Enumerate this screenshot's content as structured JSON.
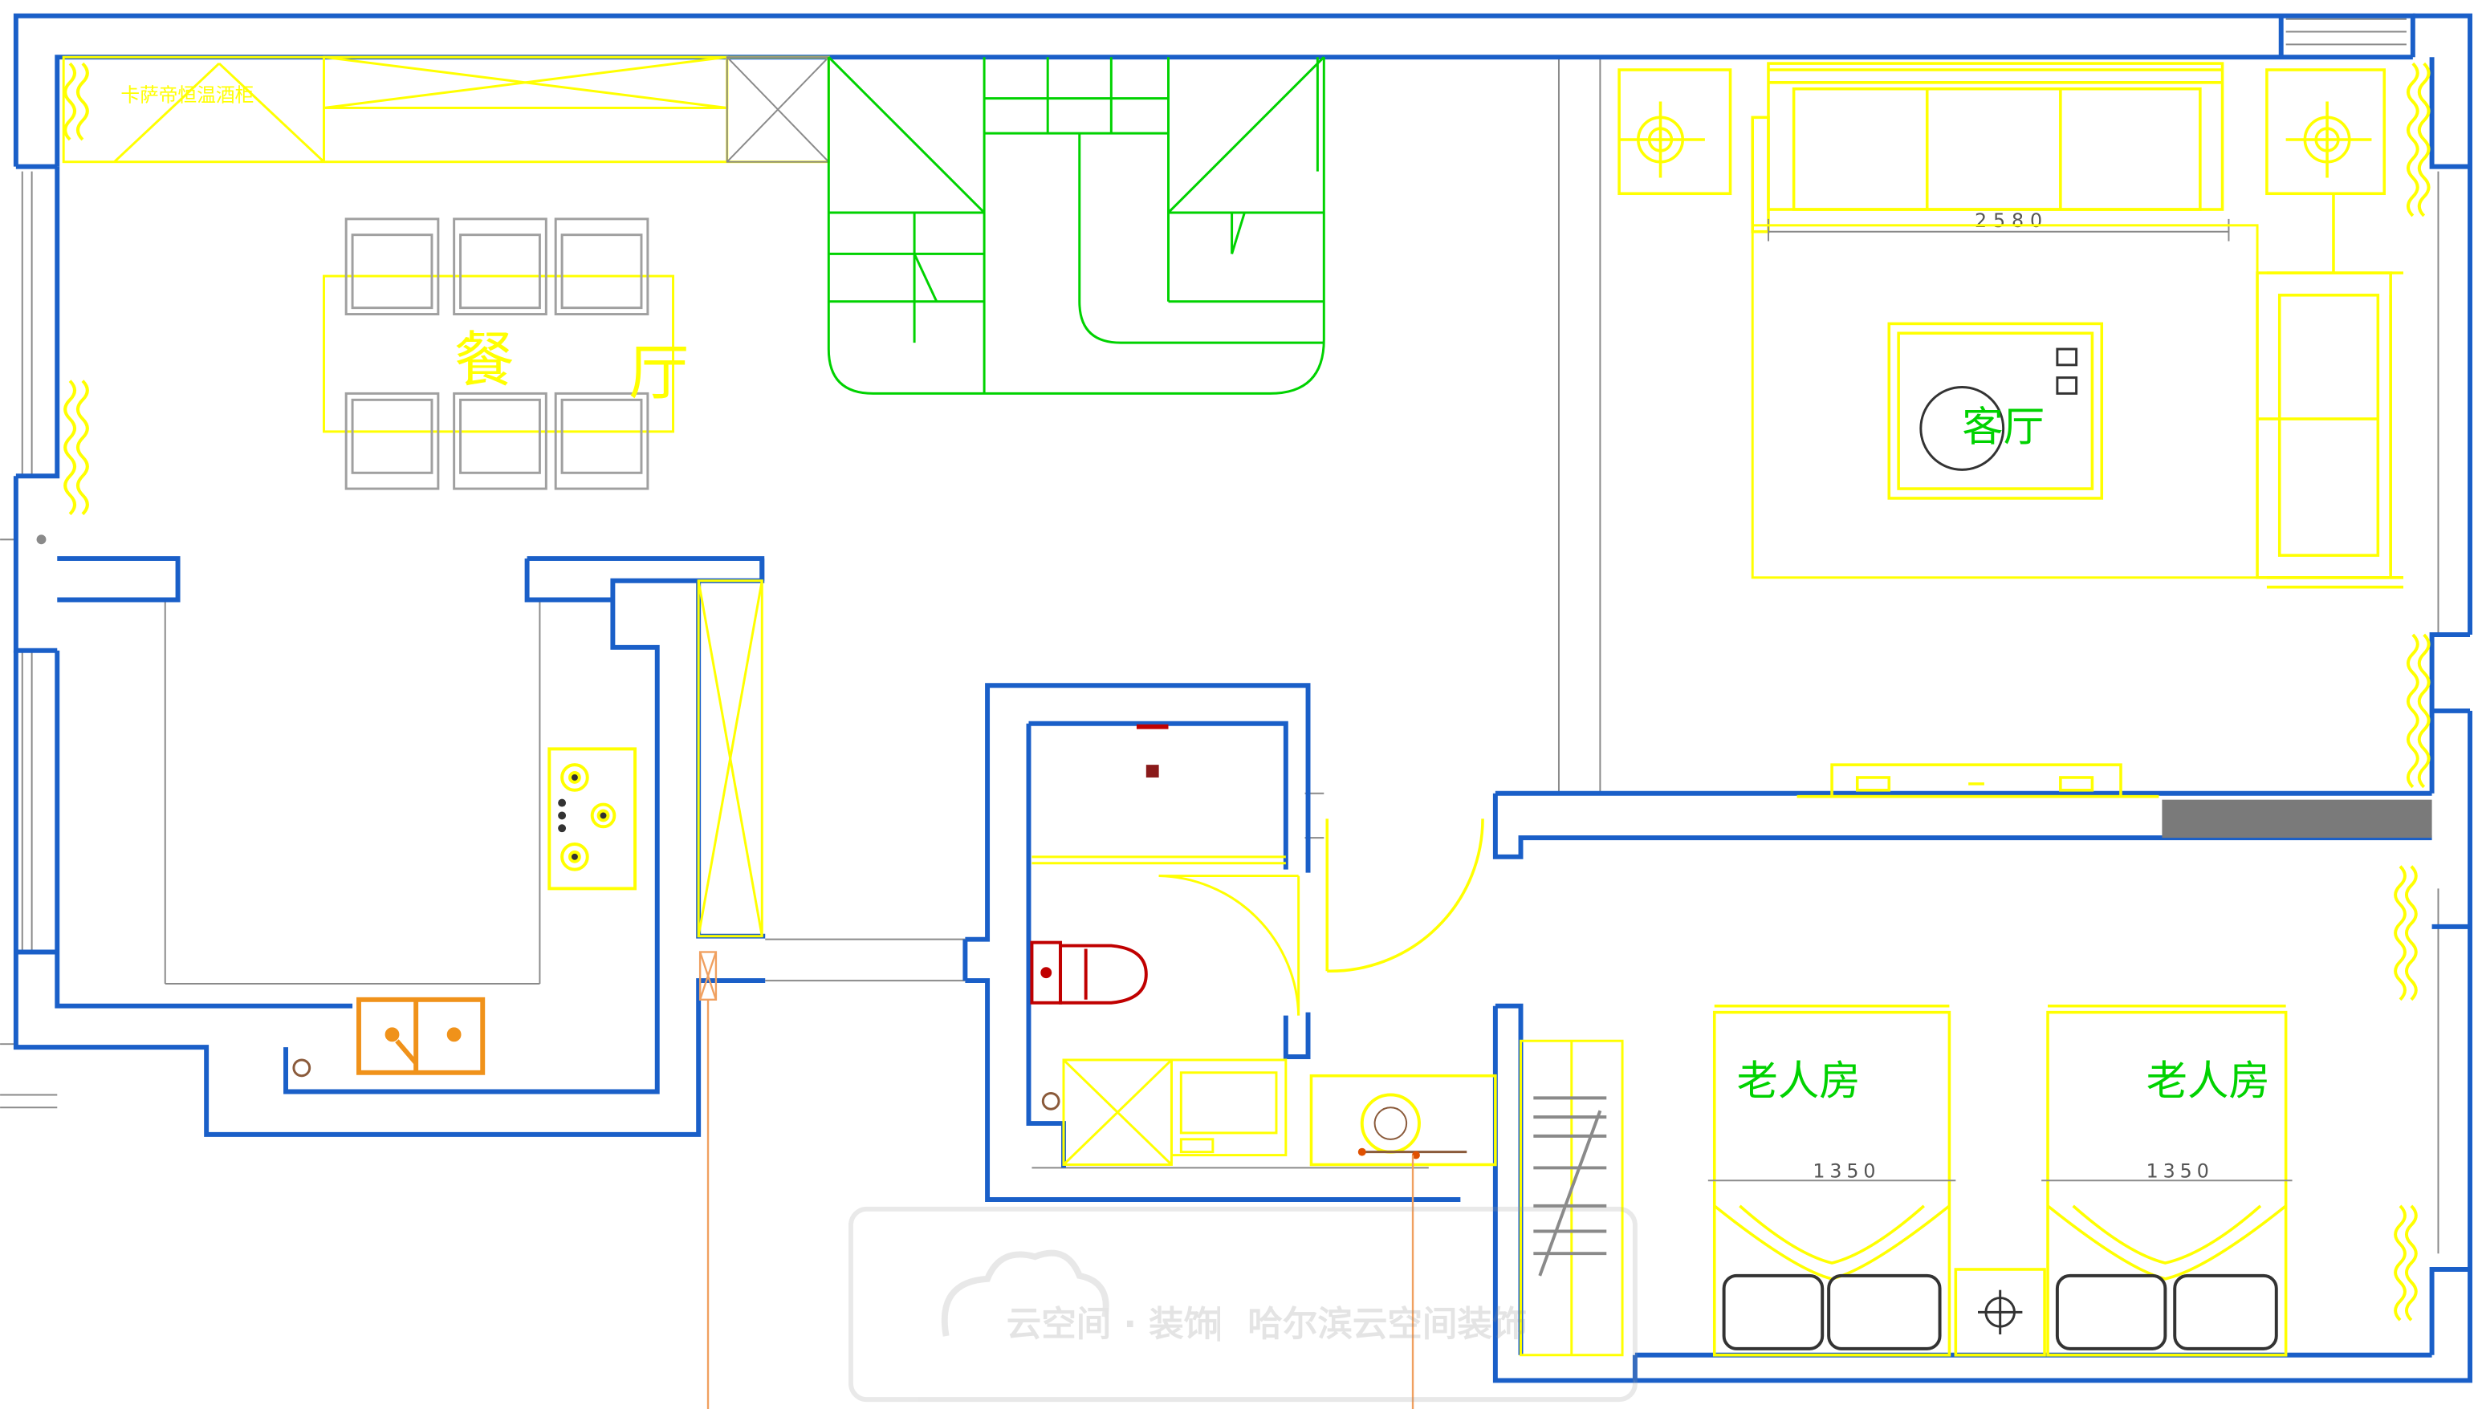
{
  "labels": {
    "dining_char1": "餐",
    "dining_char2": "厅",
    "living": "客厅",
    "elder_room_left": "老人房",
    "elder_room_right": "老人房",
    "bar_note": "卡萨帝恒温酒柜"
  },
  "dimensions": {
    "sofa_width": "2580",
    "bed_left_width": "1350",
    "bed_right_width": "1350"
  },
  "watermark": {
    "brand": "云空间 · 装饰",
    "separator": "|",
    "company": "哈尔滨云空间装饰"
  },
  "colors": {
    "wall": "#1a5fc8",
    "furniture": "#ffff00",
    "stairs": "#00d200",
    "chairs": "#a0a0a0",
    "sink": "#f0921a",
    "toilet": "#c00000",
    "thin_line": "#8a8a8a",
    "pipe": "#f0a060",
    "room_label_green": "#00d200",
    "room_label_yellow": "#ffff00"
  }
}
